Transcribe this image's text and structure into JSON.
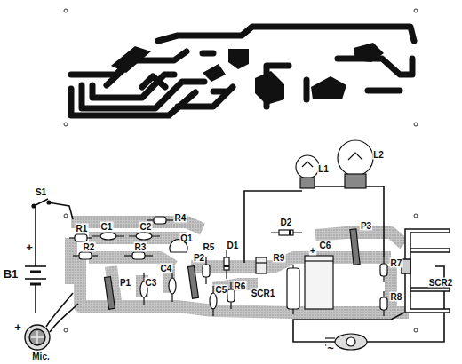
{
  "diagram": {
    "labels": [
      "S1",
      "B1",
      "+",
      "+",
      "Mic.",
      "R1",
      "C1",
      "C2",
      "R4",
      "R2",
      "R3",
      "Q1",
      "P1",
      "C3",
      "C4",
      "P2",
      "R5",
      "D1",
      "C5",
      "R6",
      "SCR1",
      "R9",
      "C6",
      "+",
      "D2",
      "L1",
      "L2",
      "P3",
      "R7",
      "R8",
      "SCR2",
      "~"
    ]
  }
}
